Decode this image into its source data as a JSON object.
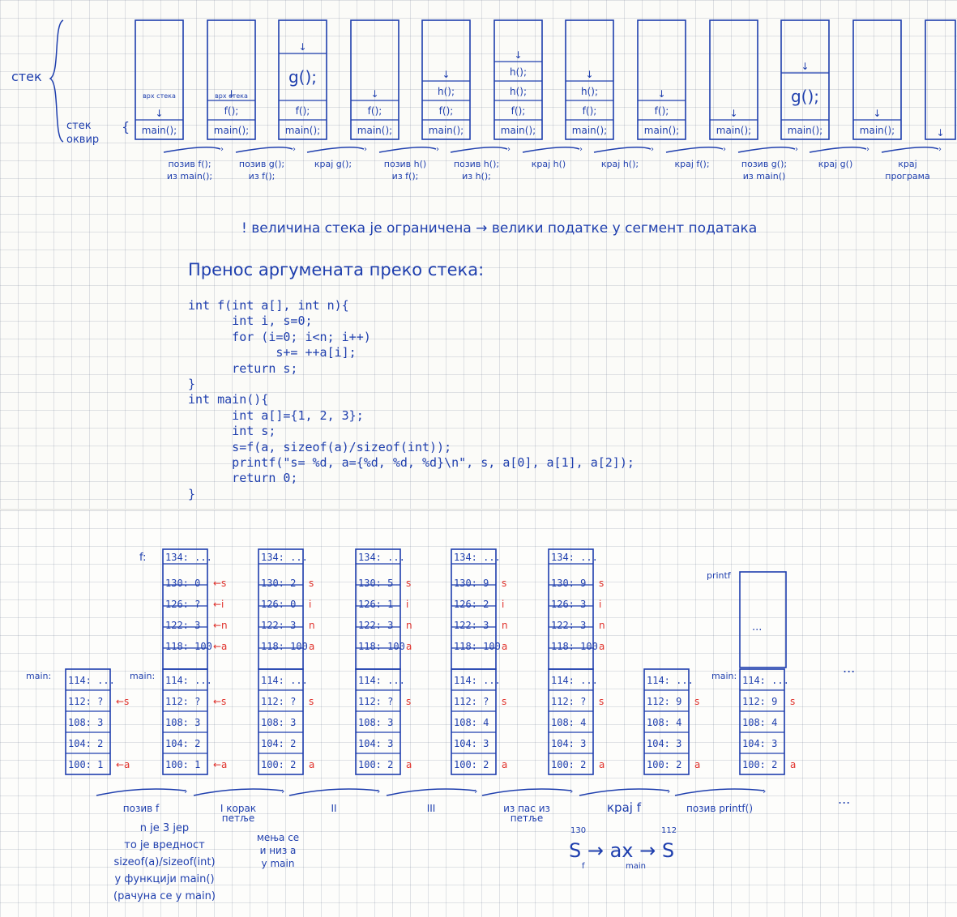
{
  "top": {
    "stack_label": "стек",
    "frame_label": [
      "стек",
      "оквир"
    ],
    "top_of_stack": "врх стека",
    "columns": [
      {
        "frames": [
          "main();"
        ],
        "caption": [
          "позив f();",
          "из main();"
        ]
      },
      {
        "frames": [
          "main();",
          "f();"
        ],
        "caption": [
          "позив g();",
          "из f();"
        ]
      },
      {
        "frames": [
          "main();",
          "f();",
          "g();"
        ],
        "caption": [
          "крај g();"
        ]
      },
      {
        "frames": [
          "main();",
          "f();"
        ],
        "caption": [
          "позив h()",
          "из f();"
        ]
      },
      {
        "frames": [
          "main();",
          "f();",
          "h();"
        ],
        "caption": [
          "позив h();",
          "из h();"
        ]
      },
      {
        "frames": [
          "main();",
          "f();",
          "h();",
          "h();"
        ],
        "caption": [
          "крај h()"
        ]
      },
      {
        "frames": [
          "main();",
          "f();",
          "h();"
        ],
        "caption": [
          "крај h();"
        ]
      },
      {
        "frames": [
          "main();",
          "f();"
        ],
        "caption": [
          "крај f();"
        ]
      },
      {
        "frames": [
          "main();"
        ],
        "caption": [
          "позив g();",
          "из main()"
        ]
      },
      {
        "frames": [
          "main();",
          "g();"
        ],
        "caption": [
          "крај g()"
        ]
      },
      {
        "frames": [
          "main();"
        ],
        "caption": [
          "крај",
          "програма"
        ]
      },
      {
        "frames": [],
        "caption": []
      }
    ],
    "warning": "! величина стека је ограничена → велики податке у сегмент података",
    "heading": "Пренос аргумената преко стека:",
    "code": [
      "int f(int a[], int n){",
      "      int i, s=0;",
      "      for (i=0; i<n; i++)",
      "            s+= ++a[i];",
      "      return s;",
      "}",
      "int main(){",
      "      int a[]={1, 2, 3};",
      "      int s;",
      "      s=f(a, sizeof(a)/sizeof(int));",
      "      printf(\"s= %d, a={%d, %d, %d}\\n\", s, a[0], a[1], a[2]);",
      "      return 0;",
      "}"
    ]
  },
  "bottom": {
    "f_label": "f:",
    "main_label": "main:",
    "printf_label": "printf",
    "dots": "...",
    "states": [
      {
        "f": [],
        "main": [
          "114: ...",
          "112: ?",
          "108: 3",
          "104: 2",
          "100: 1"
        ],
        "f_tags": [],
        "main_tags": [
          "←s",
          "",
          "",
          "←a"
        ]
      },
      {
        "f": [
          "134: ...",
          "130: 0",
          "126: ?",
          "122: 3",
          "118: 100"
        ],
        "main": [
          "114: ...",
          "112: ?",
          "108: 3",
          "104: 2",
          "100: 1"
        ],
        "f_tags": [
          "←s",
          "←i",
          "←n",
          "←a"
        ],
        "main_tags": [
          "←s",
          "",
          "",
          "←a"
        ]
      },
      {
        "f": [
          "134: ...",
          "130: 2",
          "126: 0",
          "122: 3",
          "118: 100"
        ],
        "main": [
          "114: ...",
          "112: ?",
          "108: 3",
          "104: 2",
          "100: 2"
        ],
        "f_tags": [
          "s",
          "i",
          "n",
          "a"
        ],
        "main_tags": [
          "s",
          "",
          "",
          "a"
        ]
      },
      {
        "f": [
          "134: ...",
          "130: 5",
          "126: 1",
          "122: 3",
          "118: 100"
        ],
        "main": [
          "114: ...",
          "112: ?",
          "108: 3",
          "104: 3",
          "100: 2"
        ],
        "f_tags": [
          "s",
          "i",
          "n",
          "a"
        ],
        "main_tags": [
          "s",
          "",
          "",
          "a"
        ]
      },
      {
        "f": [
          "134: ...",
          "130: 9",
          "126: 2",
          "122: 3",
          "118: 100"
        ],
        "main": [
          "114: ...",
          "112: ?",
          "108: 4",
          "104: 3",
          "100: 2"
        ],
        "f_tags": [
          "s",
          "i",
          "n",
          "a"
        ],
        "main_tags": [
          "s",
          "",
          "",
          "a"
        ]
      },
      {
        "f": [
          "134: ...",
          "130: 9",
          "126: 3",
          "122: 3",
          "118: 100"
        ],
        "main": [
          "114: ...",
          "112: ?",
          "108: 4",
          "104: 3",
          "100: 2"
        ],
        "f_tags": [
          "s",
          "i",
          "n",
          "a"
        ],
        "main_tags": [
          "s",
          "",
          "",
          "a"
        ]
      },
      {
        "f": [],
        "main": [
          "114: ...",
          "112: 9",
          "108: 4",
          "104: 3",
          "100: 2"
        ],
        "f_tags": [],
        "main_tags": [
          "s",
          "",
          "",
          "a"
        ]
      },
      {
        "f": [],
        "main": [
          "114: ...",
          "112: 9",
          "108: 4",
          "104: 3",
          "100: 2"
        ],
        "f_tags": [],
        "main_tags": [
          "s",
          "",
          "",
          "a"
        ]
      }
    ],
    "transitions": [
      "позив f",
      "I корак петље",
      "II",
      "III",
      "из пас из петље",
      "крај f",
      "позив printf()"
    ],
    "note_n": [
      "n је 3 јер",
      "то је вредност",
      "sizeof(a)/sizeof(int)",
      "у функцији main()",
      "(рачуна се у main)"
    ],
    "note_change": [
      "мења се",
      "и низ a",
      "у main"
    ],
    "formula": {
      "text": "S → ax → S",
      "sup_left": "130",
      "sup_right": "112",
      "sub_left": "f",
      "sub_right": "main"
    }
  }
}
